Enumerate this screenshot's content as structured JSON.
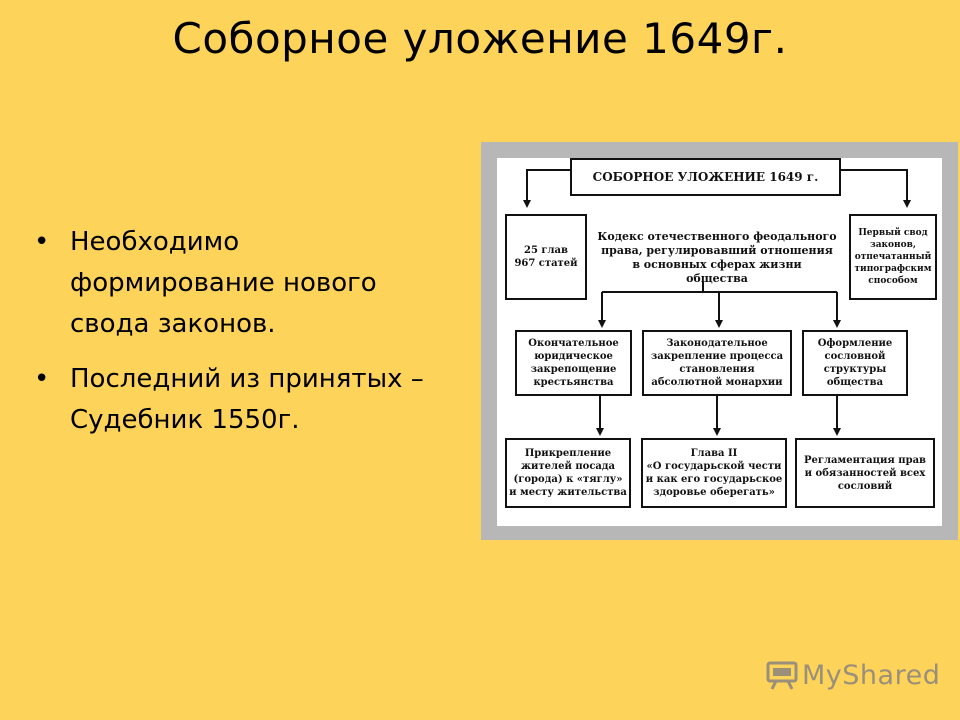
{
  "slide": {
    "title": "Соборное уложение 1649г.",
    "bullets": [
      "Необходимо формирование нового свода законов.",
      "Последний из принятых – Судебник 1550г."
    ],
    "bullet_symbol": "•",
    "background_color": "#FDD35A"
  },
  "diagram": {
    "top": "СОБОРНОЕ УЛОЖЕНИЕ 1649 г.",
    "left": "25 глав\n967 статей",
    "center": "Кодекс отечественного феодального\nправа, регулировавший отношения\nв основных сферах жизни\nобщества",
    "right": "Первый свод\nзаконов,\nотпечатанный\nтипографским\nспособом",
    "row2": [
      "Окончательное\nюридическое\nзакрепощение\nкрестьянства",
      "Законодательное\nзакрепление процесса\nстановления\nабсолютной монархии",
      "Оформление\nсословной\nструктуры\nобщества"
    ],
    "row3": [
      "Прикрепление\nжителей посада\n(города) к «тяглу»\nи месту жительства",
      "Глава II\n«О государьской чести\nи как его государьское\nздоровье оберегать»",
      "Регламентация прав\nи обязанностей всех\nсословий"
    ]
  },
  "watermark": {
    "text": "MyShared",
    "icon": "slideshow-icon"
  }
}
